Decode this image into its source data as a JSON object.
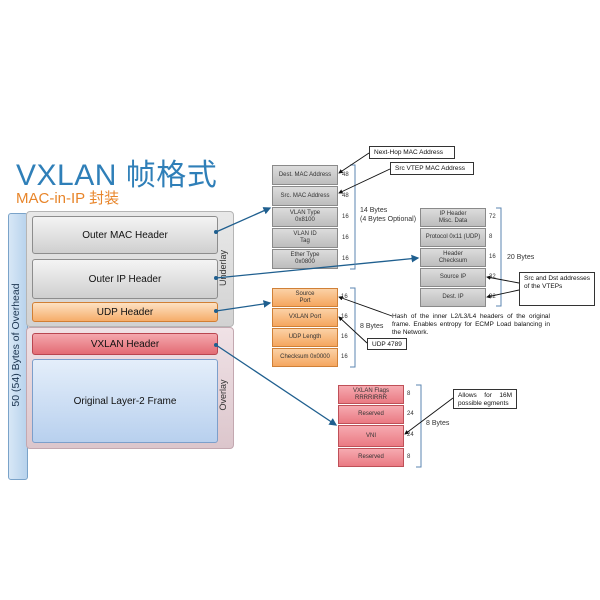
{
  "title": "VXLAN 帧格式",
  "subtitle": "MAC-in-IP 封装",
  "overhead_label": "50 (54) Bytes of Overhead",
  "underlay_label": "Underlay",
  "overlay_label": "Overlay",
  "headers": {
    "outer_mac": "Outer MAC Header",
    "outer_ip": "Outer IP Header",
    "udp": "UDP Header",
    "vxlan": "VXLAN Header",
    "original": "Original Layer-2 Frame"
  },
  "mac_fields": [
    {
      "l1": "Dest. MAC Address",
      "l2": "",
      "bits": "48"
    },
    {
      "l1": "Src. MAC Address",
      "l2": "",
      "bits": "48"
    },
    {
      "l1": "VLAN Type",
      "l2": "0x8100",
      "bits": "16"
    },
    {
      "l1": "VLAN ID",
      "l2": "Tag",
      "bits": "16"
    },
    {
      "l1": "Ether Type",
      "l2": "0x0800",
      "bits": "16"
    }
  ],
  "mac_bytes": {
    "l1": "14 Bytes",
    "l2": "(4 Bytes Optional)"
  },
  "ip_fields": [
    {
      "l1": "IP Header",
      "l2": "Misc. Data",
      "bits": "72"
    },
    {
      "l1": "Protocol 0x11 (UDP)",
      "l2": "",
      "bits": "8"
    },
    {
      "l1": "Header",
      "l2": "Checksum",
      "bits": "16"
    },
    {
      "l1": "Source IP",
      "l2": "",
      "bits": "32"
    },
    {
      "l1": "Dest. IP",
      "l2": "",
      "bits": "32"
    }
  ],
  "ip_bytes": "20 Bytes",
  "udp_fields": [
    {
      "l1": "Source",
      "l2": "Port",
      "bits": "16"
    },
    {
      "l1": "VXLAN Port",
      "l2": "",
      "bits": "16"
    },
    {
      "l1": "UDP Length",
      "l2": "",
      "bits": "16"
    },
    {
      "l1": "Checksum 0x0000",
      "l2": "",
      "bits": "16"
    }
  ],
  "udp_bytes": "8 Bytes",
  "vxlan_fields": [
    {
      "l1": "VXLAN Flags",
      "l2": "RRRRIRRR",
      "bits": "8"
    },
    {
      "l1": "Reserved",
      "l2": "",
      "bits": "24"
    },
    {
      "l1": "VNI",
      "l2": "",
      "bits": "24"
    },
    {
      "l1": "Reserved",
      "l2": "",
      "bits": "8"
    }
  ],
  "vxlan_bytes": "8 Bytes",
  "callouts": {
    "next_hop": "Next-Hop MAC Address",
    "src_vtep": "Src VTEP MAC Address",
    "src_dst": "Src and Dst addresses of the VTEPs",
    "hash": "Hash of the inner L2/L3/L4 headers of the original frame. Enables entropy for ECMP Load balancing in the Network.",
    "udp_port": "UDP 4789",
    "vni": "Allows for 16M possible egments"
  }
}
